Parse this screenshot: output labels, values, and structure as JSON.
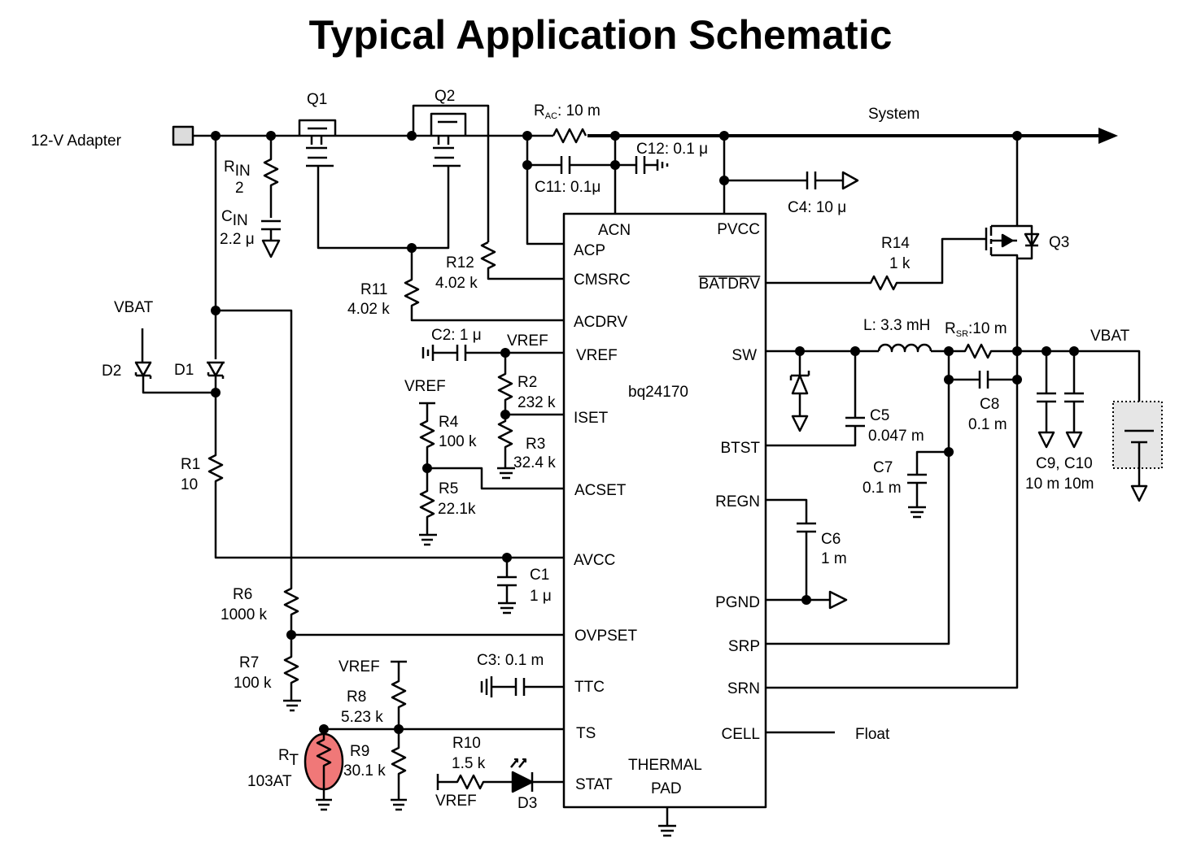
{
  "title": "Typical Application Schematic",
  "ic": {
    "part": "bq24170",
    "pins_left": {
      "acn": "ACN",
      "acp": "ACP",
      "cmsrc": "CMSRC",
      "acdrv": "ACDRV",
      "vref": "VREF",
      "iset": "ISET",
      "acset": "ACSET",
      "avcc": "AVCC",
      "ovpset": "OVPSET",
      "ttc": "TTC",
      "ts": "TS",
      "stat": "STAT"
    },
    "pins_right": {
      "pvcc": "PVCC",
      "batdrv": "BATDRV",
      "sw": "SW",
      "btst": "BTST",
      "regn": "REGN",
      "pgnd": "PGND",
      "srp": "SRP",
      "srn": "SRN",
      "cell": "CELL"
    },
    "thermal_pad": [
      "THERMAL",
      "PAD"
    ]
  },
  "nets": {
    "adapter": "12-V Adapter",
    "system": "System",
    "vbat_left": "VBAT",
    "vbat_right": "VBAT",
    "vref_c2": "VREF",
    "vref_r4": "VREF",
    "vref_r8": "VREF",
    "vref_r10": "VREF",
    "float": "Float"
  },
  "components": {
    "q1": "Q1",
    "q2": "Q2",
    "q3": "Q3",
    "rac": {
      "sym": "R",
      "sub": "AC",
      "val": ": 10 m"
    },
    "rin": {
      "sym": "R",
      "sub": "IN",
      "val": "2"
    },
    "cin": {
      "sym": "C",
      "sub": "IN",
      "val": "2.2 μ"
    },
    "c11": "C11: 0.1μ",
    "c12": "C12: 0.1 μ",
    "c4": "C4: 10 μ",
    "r12": {
      "name": "R12",
      "val": "4.02 k"
    },
    "r11": {
      "name": "R11",
      "val": "4.02 k"
    },
    "c2": "C2: 1 μ",
    "r2": {
      "name": "R2",
      "val": "232 k"
    },
    "r3": {
      "name": "R3",
      "val": "32.4 k"
    },
    "r4": {
      "name": "R4",
      "val": "100 k"
    },
    "r5": {
      "name": "R5",
      "val": "22.1k"
    },
    "d1": "D1",
    "d2": "D2",
    "d3": "D3",
    "r1": {
      "name": "R1",
      "val": "10"
    },
    "c1": {
      "name": "C1",
      "val": "1 μ"
    },
    "r6": {
      "name": "R6",
      "val": "1000 k"
    },
    "r7": {
      "name": "R7",
      "val": "100 k"
    },
    "c3": "C3: 0.1 m",
    "r8": {
      "name": "R8",
      "val": "5.23 k"
    },
    "r9": {
      "name": "R9",
      "val": "30.1 k"
    },
    "rt": {
      "sym": "R",
      "sub": "T",
      "val": "103AT"
    },
    "r10": {
      "name": "R10",
      "val": "1.5 k"
    },
    "r14": {
      "name": "R14",
      "val": "1 k"
    },
    "l": "L: 3.3 mH",
    "rsr": {
      "sym": "R",
      "sub": "SR",
      "val": ":10 m"
    },
    "c5": {
      "name": "C5",
      "val": "0.047 m"
    },
    "c8": {
      "name": "C8",
      "val": "0.1 m"
    },
    "c7": {
      "name": "C7",
      "val": "0.1 m"
    },
    "c6": {
      "name": "C6",
      "val": "1 m"
    },
    "c9c10": {
      "name": "C9, C10",
      "val": "10 m 10m"
    }
  },
  "colors": {
    "line": "#000000",
    "thermistor_fill": "#f07878",
    "battery_fill": "#e6e6e6"
  }
}
